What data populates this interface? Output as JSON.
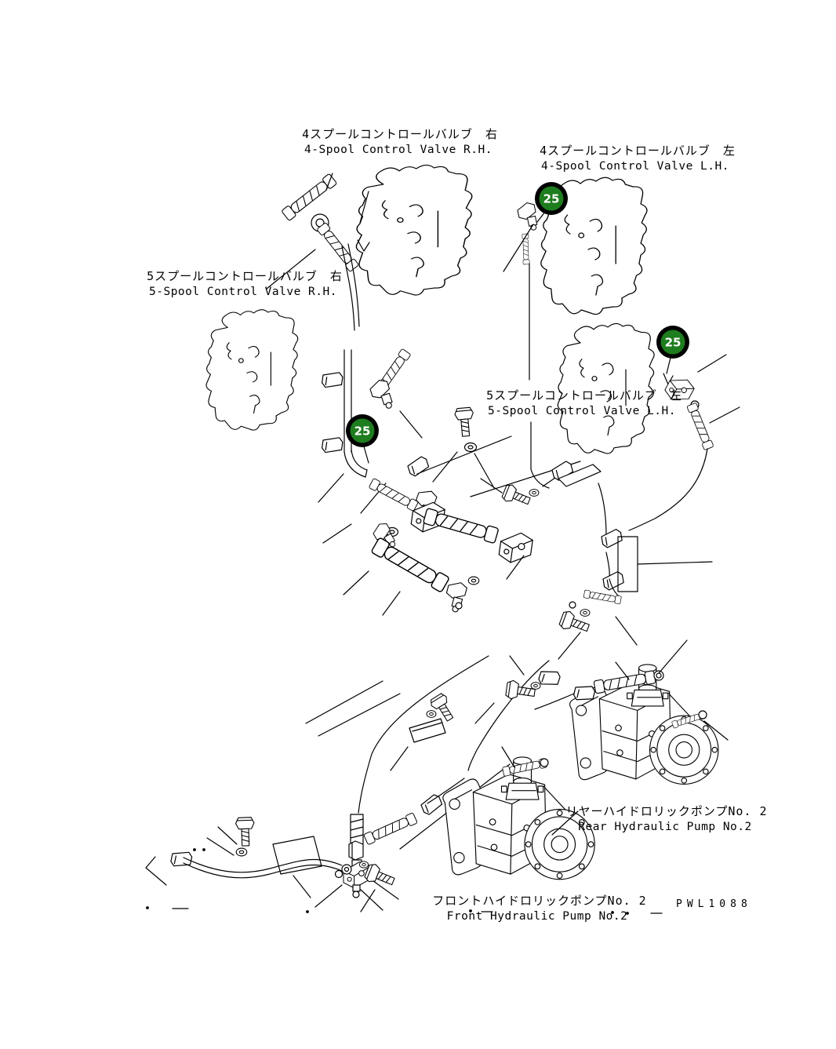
{
  "palette": {
    "background": "#ffffff",
    "line_color": "#000000"
  },
  "labels": {
    "valve_4_rh": {
      "jp": "4スプールコントロールバルブ　右",
      "en": "4-Spool Control Valve R.H."
    },
    "valve_4_lh": {
      "jp": "4スプールコントロールバルブ　左",
      "en": "4-Spool Control Valve L.H."
    },
    "valve_5_rh": {
      "jp": "5スプールコントロールバルブ　右",
      "en": "5-Spool Control Valve R.H."
    },
    "valve_5_lh": {
      "jp": "5スプールコントロールバルブ　左",
      "en": "5-Spool Control Valve L.H."
    },
    "rear_pump": {
      "jp": "リヤーハイドロリックポンプNo. 2",
      "en": "Rear Hydraulic Pump No.2"
    },
    "front_pump": {
      "jp": "フロントハイドロリックポンプNo. 2",
      "en": "Front Hydraulic Pump No.2"
    }
  },
  "callouts": {
    "fill_color": "#1e7d1e",
    "ring_color": "#000000",
    "text_color": "#ffffff",
    "items": [
      {
        "value": "25"
      },
      {
        "value": "25"
      },
      {
        "value": "25"
      }
    ]
  },
  "drawing_code": "PWL1088"
}
